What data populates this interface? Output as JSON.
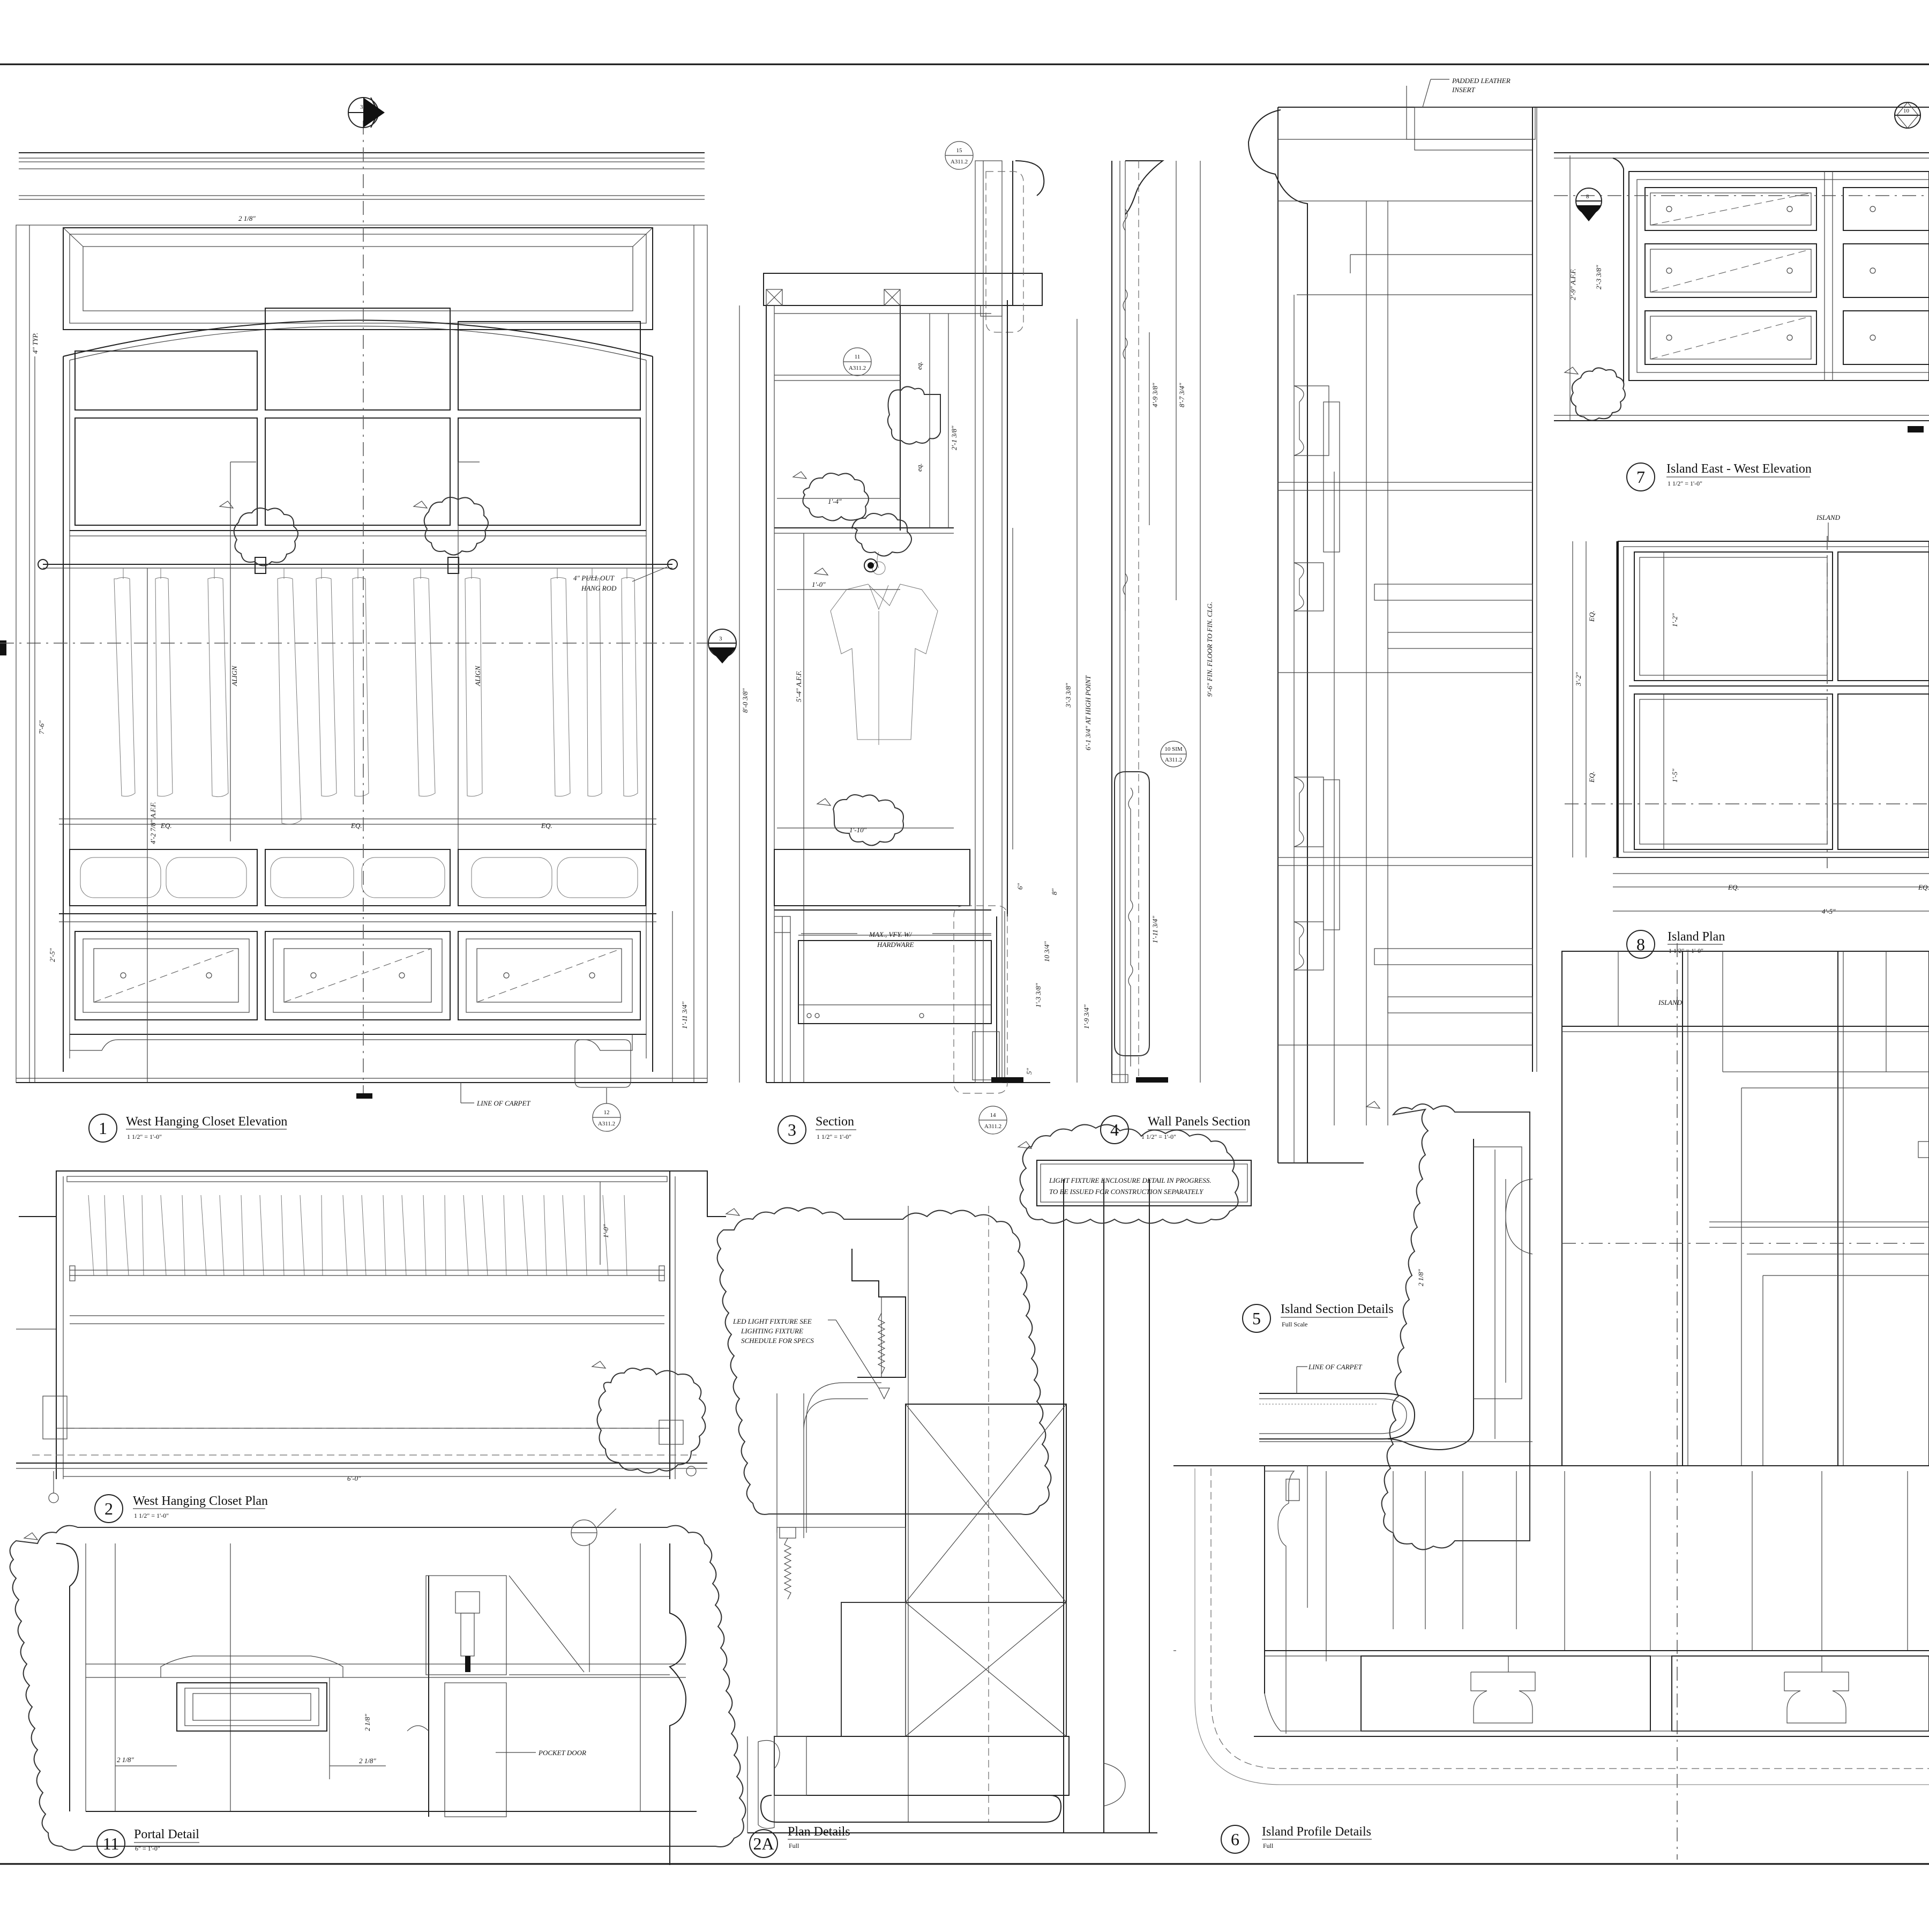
{
  "details": [
    {
      "num": "1",
      "title": "West Hanging Closet Elevation",
      "scale": "1 1/2\" = 1'-0\""
    },
    {
      "num": "2",
      "title": "West Hanging Closet Plan",
      "scale": "1 1/2\" = 1'-0\""
    },
    {
      "num": "3",
      "title": "Section",
      "scale": "1 1/2\" = 1'-0\""
    },
    {
      "num": "4",
      "title": "Wall Panels Section",
      "scale": "1 1/2\" = 1'-0\""
    },
    {
      "num": "5",
      "title": "Island Section Details",
      "scale": "Full Scale"
    },
    {
      "num": "6",
      "title": "Island Profile Details",
      "scale": "Full"
    },
    {
      "num": "7",
      "title": "Island East - West Elevation",
      "scale": "1 1/2\" = 1'-0\""
    },
    {
      "num": "8",
      "title": "Island Plan",
      "scale": "1 1/2\" = 1'-0\""
    },
    {
      "num": "11",
      "title": "Portal Detail",
      "scale": "6\" = 1'-0\""
    },
    {
      "num": "2A",
      "title": "Plan Details",
      "scale": "Full"
    }
  ],
  "notes": {
    "padded_leather_1": "PADDED LEATHER",
    "padded_leather_2": "INSERT",
    "pull_out_1": "4\" PULL OUT",
    "pull_out_2": "HANG ROD",
    "align": "ALIGN",
    "line_of_carpet": "LINE OF CARPET",
    "max_vfy_1": "MAX., VFY. W/",
    "max_vfy_2": "HARDWARE",
    "light_fixture_1": "LIGHT FIXTURE ENCLOSURE DETAIL IN PROGRESS.",
    "light_fixture_2": "TO BE ISSUED FOR CONSTRUCTION SEPARATELY",
    "led_1": "LED LIGHT FIXTURE SEE",
    "led_2": "LIGHTING FIXTURE",
    "led_3": "SCHEDULE FOR SPECS",
    "pocket_door": "POCKET DOOR",
    "island": "ISLAND",
    "at_high_point": "6'-1 3/4\" AT HIGH POINT",
    "fin_floor": "9'-6\" FIN. FLOOR TO FIN. CLG."
  },
  "dimensions": {
    "eq": "EQ.",
    "eq_lower": "eq.",
    "d_1_4": "1'-4\"",
    "d_1_0": "1'-0\"",
    "d_1_10": "1'-10\"",
    "d_6_0": "6'-0\"",
    "d_1_0_v": "1'-0\"",
    "d_7_6": "7'-6\"",
    "d_2_5": "2'-5\"",
    "d_42_8": "4'-2 7/8\" A.F.F.",
    "d_8_0": "8'-0 3/8\"",
    "d_5_4": "5'-4\" A.F.F.",
    "d_3_3": "3'-3 3/8\"",
    "d_2_1": "2'-1 3/8\"",
    "d_8_7": "8'-7 3/4\"",
    "d_4_9": "4'-9 3/8\"",
    "d_1_2": "1'-2\"",
    "d_1_5": "1'-5\"",
    "d_3_2": "3'-2\"",
    "d_4_5": "4'-5\"",
    "d_2_9": "2'-9\" A.F.F.",
    "d_2_3": "2'-3 3/8\"",
    "d_4_typ": "4\" TYP.",
    "d_8": "8\"",
    "d_6": "6\"",
    "d_5": "5\"",
    "d_10": "10 3/4\"",
    "d_1_3": "1'-3 3/8\"",
    "d_1_9": "1'-9 3/4\"",
    "d_2_eighth": "2 1/8\"",
    "d_1_11": "1'-11 3/4\""
  },
  "tags": {
    "a3112": "A311.2",
    "t11": "11",
    "t12": "12",
    "t14": "14",
    "t15": "15",
    "t10sim": "10 SIM",
    "t1": "1",
    "t3": "3",
    "t8": "8",
    "t10": "10"
  }
}
